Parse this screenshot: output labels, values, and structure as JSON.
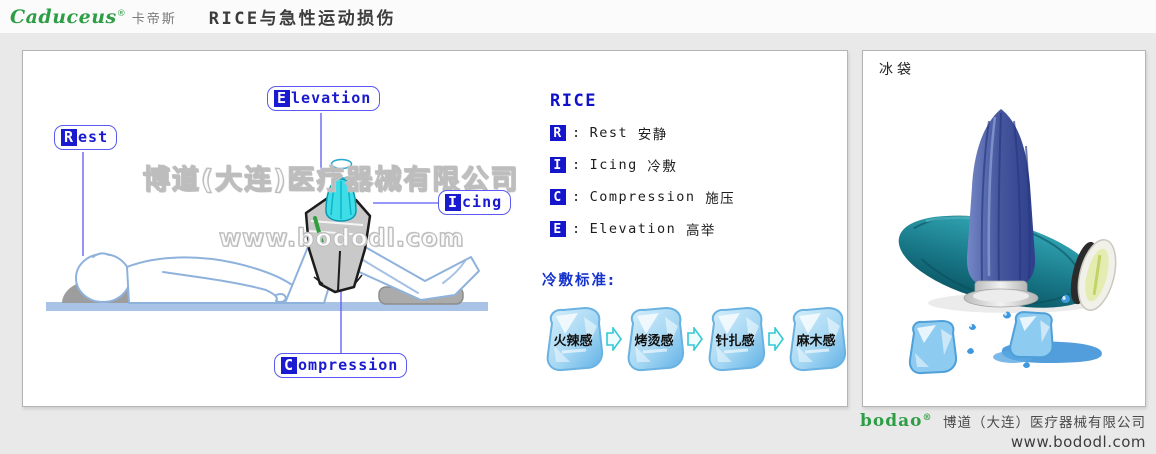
{
  "header": {
    "brand": "Caduceus",
    "brand_reg": "®",
    "brand_cn": "卡帝斯",
    "title": "RICE与急性运动损伤"
  },
  "diagram": {
    "callouts": [
      {
        "id": "rest",
        "letter": "R",
        "rest": "est"
      },
      {
        "id": "elevation",
        "letter": "E",
        "rest": "levation"
      },
      {
        "id": "icing",
        "letter": "I",
        "rest": "cing"
      },
      {
        "id": "compression",
        "letter": "C",
        "rest": "ompression"
      }
    ],
    "watermark_line1": "博道(大连)医疗器械有限公司",
    "watermark_line2": "www.bododl.com"
  },
  "rice": {
    "heading": "RICE",
    "colon": ":",
    "items": [
      {
        "letter": "R",
        "en": "Rest",
        "cn": "安静"
      },
      {
        "letter": "I",
        "en": "Icing",
        "cn": "冷敷"
      },
      {
        "letter": "C",
        "en": "Compression",
        "cn": "施压"
      },
      {
        "letter": "E",
        "en": "Elevation",
        "cn": "高举"
      }
    ],
    "cold_heading": "冷敷标准:",
    "cold_stages": [
      "火辣感",
      "烤烫感",
      "针扎感",
      "麻木感"
    ]
  },
  "right_panel": {
    "title": "冰袋"
  },
  "footer": {
    "logo": "bodao",
    "logo_reg": "®",
    "company": "博道（大连）医疗器械有限公司",
    "website": "www.bododl.com"
  },
  "colors": {
    "accent_blue": "#1a1ad0",
    "label_border": "#5a5af0",
    "brand_green": "#2e9e46",
    "cyan_arrow": "#35c8d5",
    "ice_blue": "#a8d8f0",
    "body_outline": "#8fb2dc",
    "floor_blue": "#a9c3e6",
    "bag_blue": "#44549f",
    "bag_teal": "#1d8494",
    "background_gray": "#e9e9e9"
  }
}
